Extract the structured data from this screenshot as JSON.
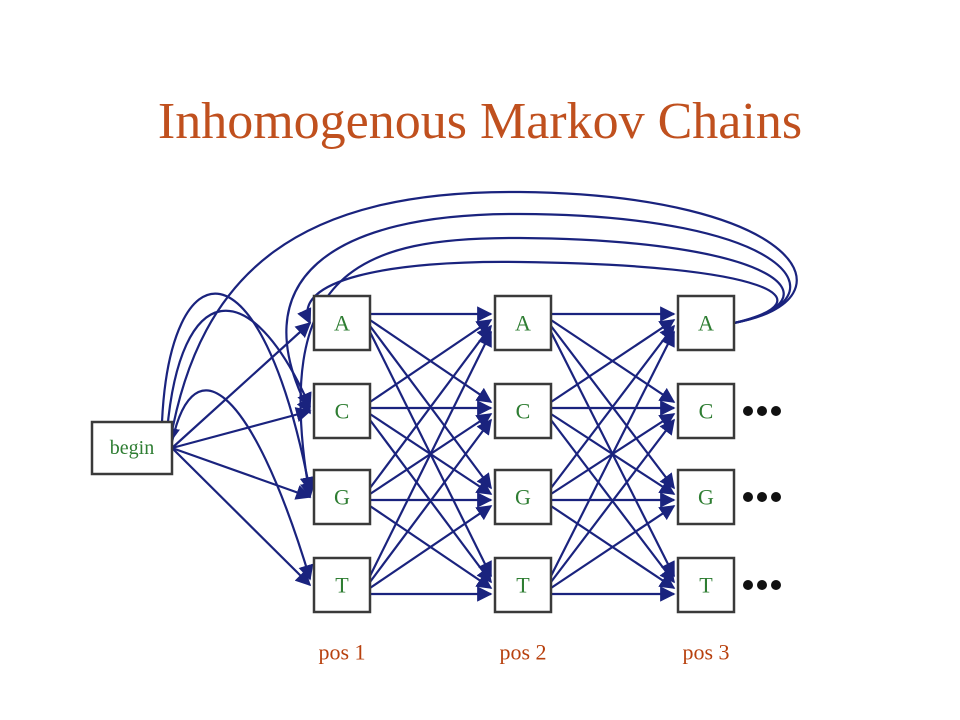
{
  "title": "Inhomogenous Markov Chains",
  "begin_label": "begin",
  "nucleotides": [
    "A",
    "C",
    "G",
    "T"
  ],
  "positions": [
    "pos 1",
    "pos 2",
    "pos 3"
  ],
  "continuation": "•••",
  "colors": {
    "title": "#c0501e",
    "node_text": "#2e7d32",
    "position_text": "#b8410e",
    "edges": "#1a237e"
  }
}
